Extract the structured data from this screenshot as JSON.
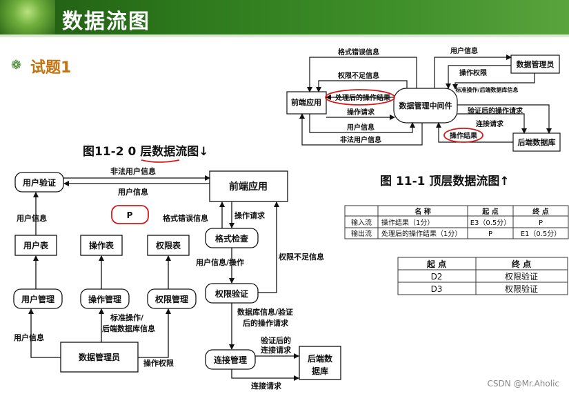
{
  "slide": {
    "title": "数据流图",
    "topic": "试题1",
    "watermark": "CSDN @Mr.Aholic"
  },
  "top_dfd": {
    "caption": "图 11-1  顶层数据流图↑",
    "nodes": {
      "frontend_app": "前端应用",
      "middleware": "数据管理中间件",
      "data_admin": "数据管理员",
      "backend_db": "后端数据库"
    },
    "flows": {
      "format_error": "格式错误信息",
      "insufficient_perm": "权限不足信息",
      "processed_result": "处理后的操作结果",
      "op_request": "操作请求",
      "user_info_left": "用户信息",
      "illegal_user": "非法用户信息",
      "user_info_right": "用户信息",
      "op_permission": "操作权限",
      "std_ops": "标准操作/后端数据库信息",
      "verified_request": "验证后的操作请求",
      "connect_request": "连接请求",
      "op_result": "操作结果"
    }
  },
  "table1": {
    "headers": [
      "",
      "名  称",
      "起  点",
      "终  点"
    ],
    "rows": [
      [
        "输入流",
        "操作结果（1分）",
        "E3（0.5分）",
        "P"
      ],
      [
        "输出流",
        "处理后的操作结果（1分）",
        "P",
        "E1（0.5分）"
      ]
    ]
  },
  "table2": {
    "headers": [
      "起  点",
      "终  点"
    ],
    "rows": [
      [
        "D2",
        "权限验证"
      ],
      [
        "D3",
        "权限验证"
      ]
    ]
  },
  "level0_dfd": {
    "caption_prefix": "图11-2  ",
    "caption_emph": "0 层",
    "caption_suffix": "数据流图↓",
    "nodes": {
      "user_verify": "用户验证",
      "frontend_app": "前端应用",
      "p": "P",
      "format_check": "格式检查",
      "perm_verify": "权限验证",
      "user_table": "用户表",
      "op_table": "操作表",
      "perm_table": "权限表",
      "user_mgmt": "用户管理",
      "op_mgmt": "操作管理",
      "perm_mgmt": "权限管理",
      "data_admin": "数据管理员",
      "conn_mgmt": "连接管理",
      "backend_db": "后端数据库"
    },
    "flows": {
      "illegal_user": "非法用户信息",
      "user_info_back": "用户信息",
      "user_info_up": "用户信息",
      "format_error": "格式错误信息",
      "op_request": "操作请求",
      "user_info_op": "用户信息/操作",
      "insufficient_perm": "权限不足信息",
      "db_info_1": "数据库信息/验证",
      "db_info_2": "后的操作请求",
      "verified_1": "验证后的",
      "verified_2": "连接请求",
      "connect_request": "连接请求",
      "user_info_admin": "用户信息",
      "std_ops_1": "标准操作/",
      "std_ops_2": "后端数据库信息",
      "op_permission": "操作权限"
    }
  }
}
